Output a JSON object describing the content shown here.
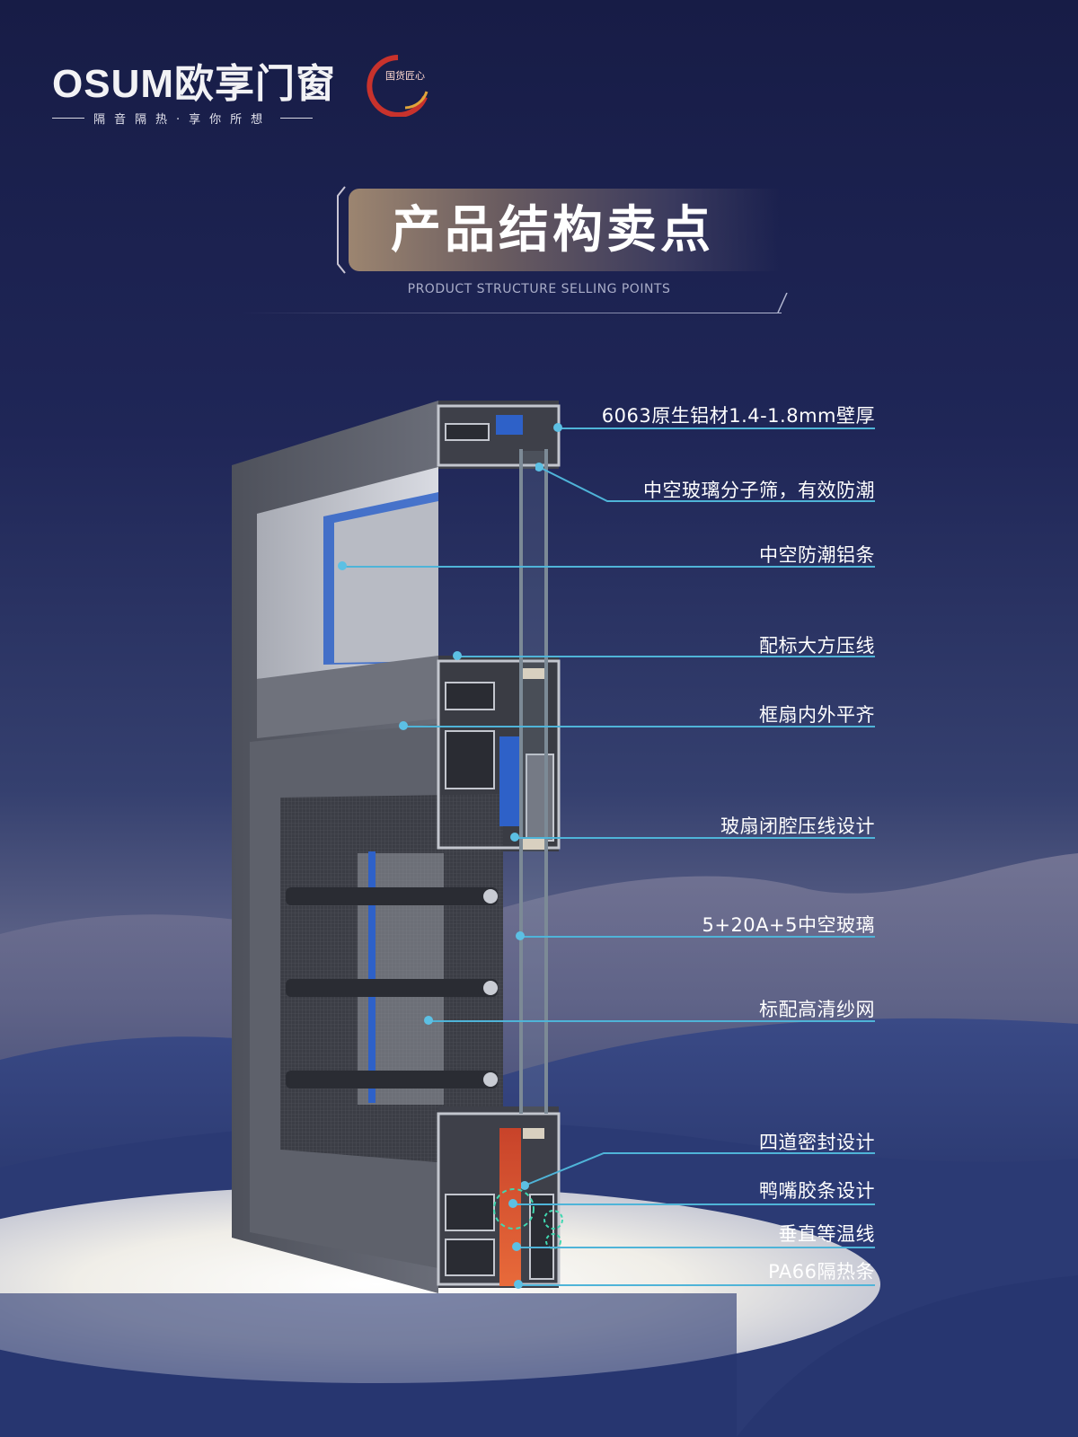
{
  "brand": {
    "logo": "OSUM欧享门窗",
    "slogan": "隔音隔热·享你所想",
    "badge": "国货匠心"
  },
  "title": {
    "main": "产品结构卖点",
    "sub": "PRODUCT STRUCTURE SELLING POINTS"
  },
  "points": [
    "6063原生铝材1.4-1.8mm壁厚",
    "中空玻璃分子筛，有效防潮",
    "中空防潮铝条",
    "配标大方压线",
    "框扇内外平齐",
    "玻扇闭腔压线设计",
    "5+20A+5中空玻璃",
    "标配高清纱网",
    "四道密封设计",
    "鸭嘴胶条设计",
    "垂直等温线",
    "PA66隔热条"
  ],
  "colors": {
    "accent_line": "#4fb4d8",
    "profile": "#5a5d68",
    "seal_blue": "#2b6ee0",
    "thermal": "#d9502e"
  },
  "icons": [
    "badge-seal-icon"
  ]
}
